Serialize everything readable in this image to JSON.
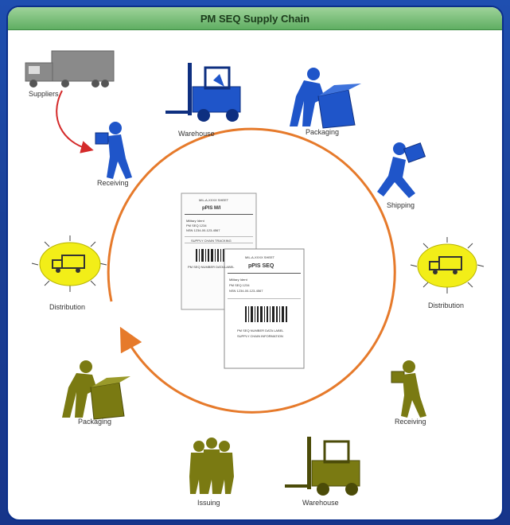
{
  "title": "PM SEQ Supply Chain",
  "colors": {
    "blue": "#1f55c9",
    "olive": "#7a7a12",
    "orange": "#e67a2b",
    "yellow": "#f2ee18",
    "red": "#d42a2a",
    "gray": "#8a8a8a"
  },
  "upper_labels": {
    "suppliers": "Suppliers",
    "receiving": "Receiving",
    "warehouse": "Warehouse",
    "packaging": "Packaging",
    "shipping": "Shipping",
    "distribution_left": "Distribution"
  },
  "lower_labels": {
    "distribution_right": "Distribution",
    "receiving": "Receiving",
    "warehouse": "Warehouse",
    "issuing": "Issuing",
    "packaging": "Packaging"
  },
  "doc_back": {
    "line1": "MIL-A-XXXX SHEET",
    "heading": "pPIS M/I",
    "field1": "Military Ident",
    "field2": "PM SEQ 1234",
    "field3": "NSN 1234-00-123-4567",
    "bar_text": "SUPPLY CHAIN TRACKING",
    "footer": "PM SEQ NUMBER DATA LABEL"
  },
  "doc_front": {
    "line1": "MIL-A-XXXX SHEET",
    "heading": "pPIS SEQ",
    "field1": "Military Ident",
    "field2": "PM SEQ 1234",
    "field3": "NSN 1234-00-123-4567",
    "footer1": "PM SEQ NUMBER DATA LABEL",
    "footer2": "SUPPLY CHAIN INFORMATION"
  }
}
